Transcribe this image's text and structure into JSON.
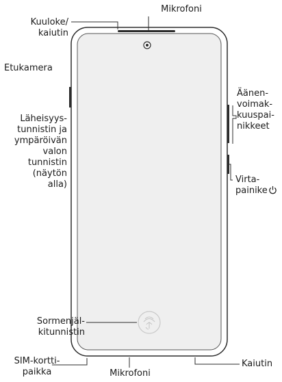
{
  "labels": {
    "mic_top": "Mikrofoni",
    "earpiece": "Kuuloke/\nkaiutin",
    "front_camera": "Etukamera",
    "volume_keys": "Äänen-\nvoimak-\nkuuspai-\nnikkeet",
    "sensor": "Läheisyys-\ntunnistin ja\nympäröivän\nvalon\ntunnistin\n(näytön\nalla)",
    "side_key": "Virta-\npainike",
    "fingerprint": "Sormenjäl-\nkitunnistin",
    "sim_tray": "SIM-kortti-\npaikka",
    "mic_bottom": "Mikrofoni",
    "speaker": "Kaiutin"
  },
  "icons": {
    "power": "power-icon",
    "fingerprint": "fingerprint-icon"
  },
  "colors": {
    "outline": "#2b2b2b",
    "screen": "#efefef",
    "text": "#1a1a1a"
  }
}
